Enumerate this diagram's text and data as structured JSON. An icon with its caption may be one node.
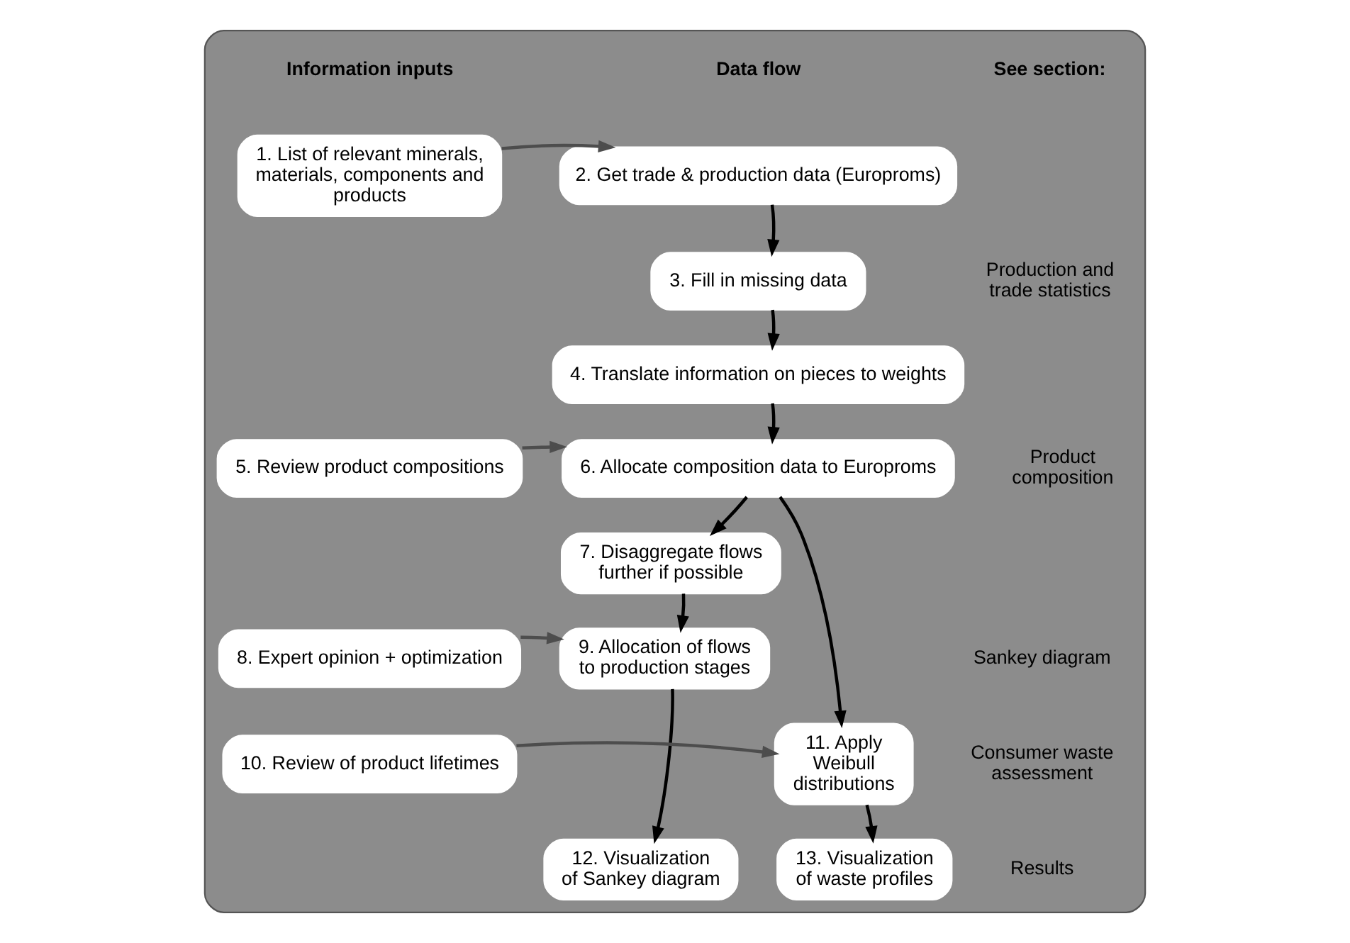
{
  "diagram": {
    "nodes": [
      {
        "text": [],
        "shape": "box"
      },
      {
        "text": [
          "1. List of relevant minerals, materials, components and products"
        ],
        "in": 0
      },
      {
        "text": [
          "2. Get trade & production data (Europroms)"
        ],
        "in": 0
      },
      {
        "text": [
          "3. Fill in missing data"
        ],
        "in": 0
      },
      {
        "text": [
          "4. Translate information on pieces to weights"
        ],
        "in": 0
      },
      {
        "text": [
          "5. Review product compositions"
        ],
        "in": 0
      },
      {
        "text": [
          "6. Allocate composition data to Europroms"
        ],
        "in": 0
      },
      {
        "text": [
          "7. Disaggregate flows further if possible"
        ],
        "in": 0
      },
      {
        "text": [
          "8. Expert opinion + optimization"
        ],
        "in": 0
      },
      {
        "text": [
          "9. Allocation of flows to production stages"
        ],
        "in": 0
      },
      {
        "text": [
          "10. Review of product lifetimes"
        ],
        "in": 0
      },
      {
        "text": [
          "11. Apply Weibull distributions"
        ],
        "in": 0
      },
      {
        "text": [
          "12. Visualization of Sankey diagram"
        ],
        "in": 0
      },
      {
        "text": [
          "13. Visualization of waste profiles"
        ],
        "in": 0
      }
    ],
    "edges": [
      {
        "from": 1,
        "to": 2,
        "arrow": "to",
        "color": "#4d4d4d"
      },
      {
        "from": 2,
        "to": 3,
        "arrow": "to"
      },
      {
        "from": 3,
        "to": 4,
        "arrow": "to"
      },
      {
        "from": 4,
        "to": 6,
        "arrow": "to"
      },
      {
        "from": 5,
        "to": 6,
        "arrow": "to",
        "color": "#4d4d4d"
      },
      {
        "from": 6,
        "to": 7,
        "arrow": "to"
      },
      {
        "from": 6,
        "to": 11,
        "arrow": "to"
      },
      {
        "from": 7,
        "to": 9,
        "arrow": "to"
      },
      {
        "from": 8,
        "to": 9,
        "arrow": "to",
        "color": "#4d4d4d"
      },
      {
        "from": 9,
        "to": 12,
        "arrow": "to"
      },
      {
        "from": 10,
        "to": 11,
        "arrow": "to",
        "color": "#4d4d4d"
      },
      {
        "from": 11,
        "to": 13,
        "arrow": "to"
      }
    ],
    "labels": [
      "Information inputs",
      "Data flow",
      "See section:",
      "Production and trade statistics",
      "Product composition",
      "Sankey diagram",
      "Consumer waste assessment",
      "Results"
    ]
  }
}
